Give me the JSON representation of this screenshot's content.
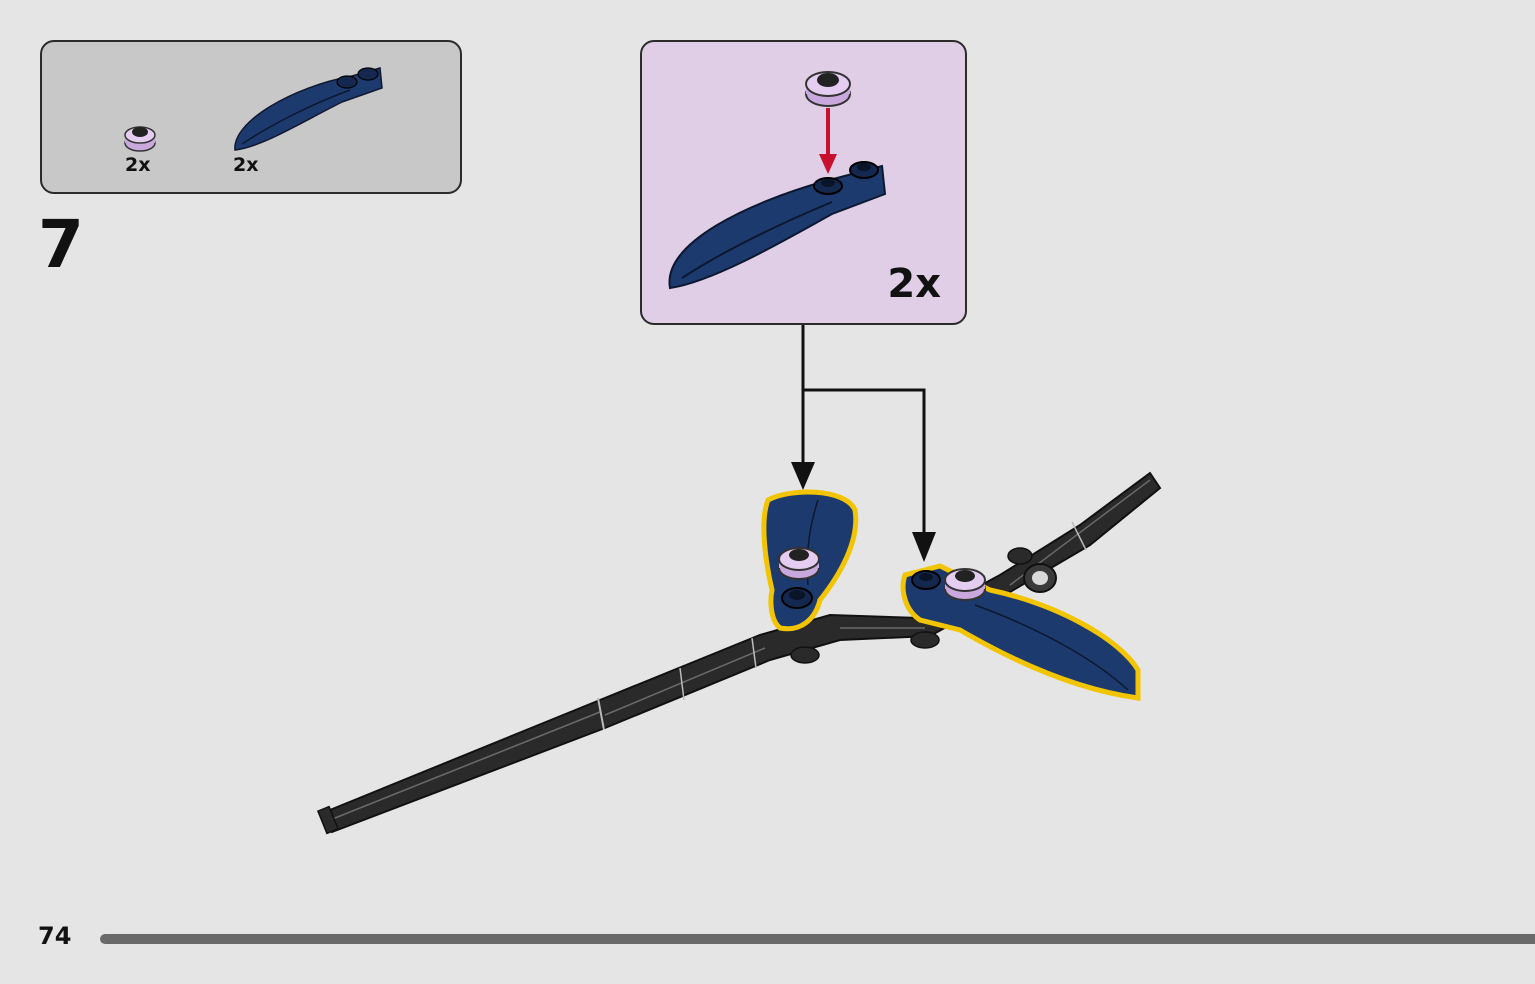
{
  "parts_box": {
    "items": [
      {
        "name": "round-plate-lavender",
        "qty": "2x",
        "color": "#c9a8de"
      },
      {
        "name": "leaf-element-dark-blue",
        "qty": "2x",
        "color": "#1d3a6e"
      }
    ]
  },
  "step": {
    "number": "7"
  },
  "subassembly": {
    "qty": "2x",
    "background": "#e0cde6"
  },
  "page": {
    "number": "74",
    "progress_percent": 100
  },
  "colors": {
    "dark_blue": "#1d3a6e",
    "lavender": "#c9a8de",
    "highlight": "#f2c500",
    "arrow_red": "#c8102e",
    "axle_black": "#2a2a2a",
    "page_bg": "#e5e5e5"
  },
  "icons": [
    "round-plate-icon",
    "leaf-element-icon",
    "red-arrow-icon",
    "call-out-arrow-icon"
  ]
}
